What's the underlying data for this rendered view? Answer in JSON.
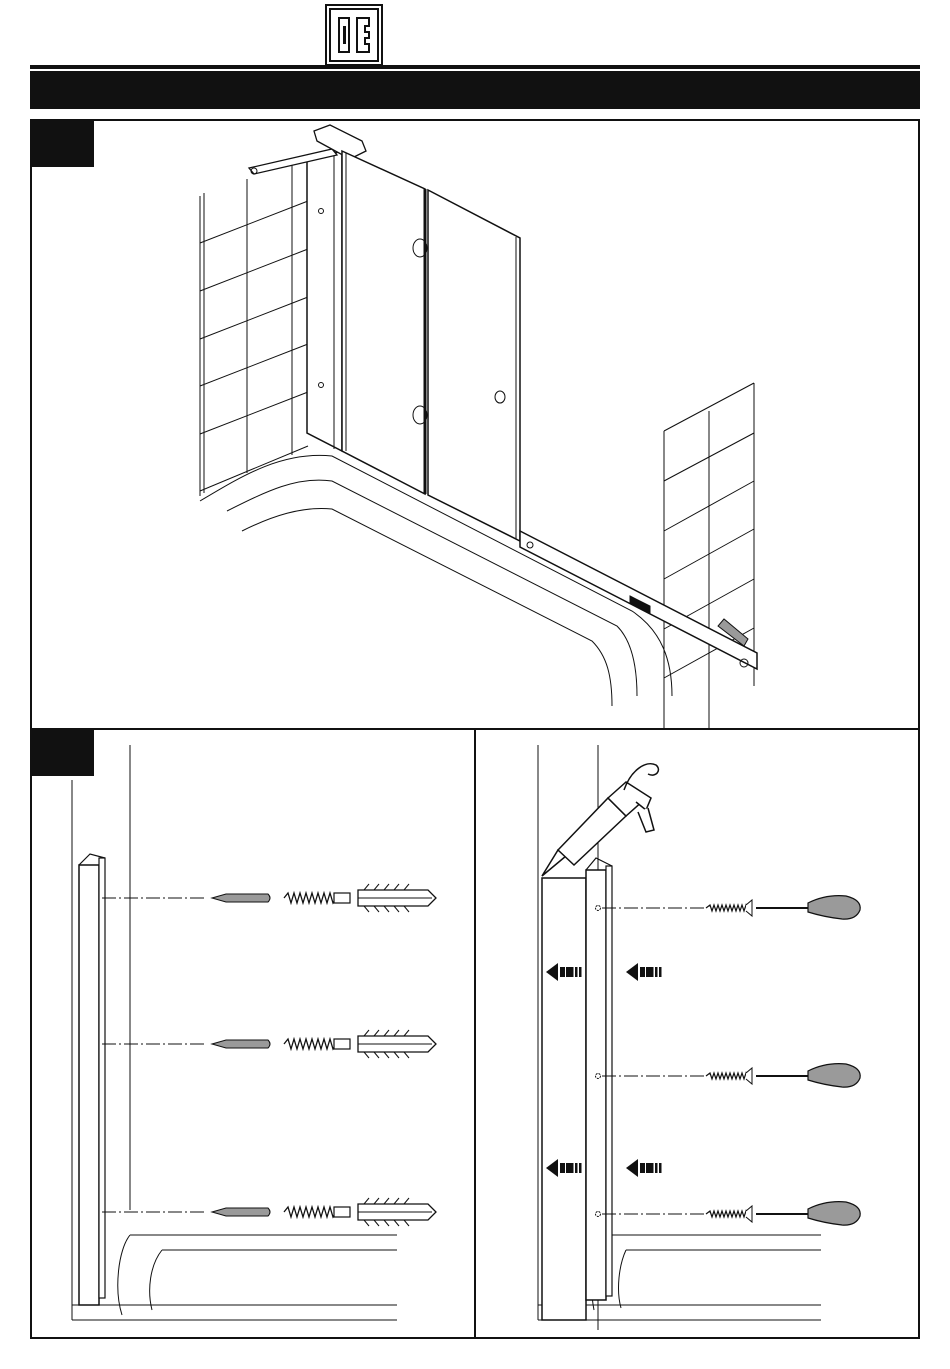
{
  "header": {
    "logo": "shower-screen-logo"
  },
  "colors": {
    "ink": "#111111",
    "paper": "#ffffff",
    "tool_fill": "#9a9a9a",
    "glass": "#ffffff"
  },
  "steps": [
    {
      "id": "step-a",
      "illustration": "bath-screen-installed-with-hinged-folding-glass-panels-and-wall-profiles"
    },
    {
      "id": "step-b",
      "illustration": "mark-drill-and-plug-wall-profile-holes",
      "icons": [
        "pencil-icon",
        "drill-bit-icon",
        "wall-plug-icon"
      ]
    },
    {
      "id": "step-c",
      "illustration": "seal-and-screw-wall-profile",
      "icons": [
        "sealant-gun-icon",
        "screw-icon",
        "screwdriver-icon",
        "push-arrow-icon"
      ]
    }
  ]
}
